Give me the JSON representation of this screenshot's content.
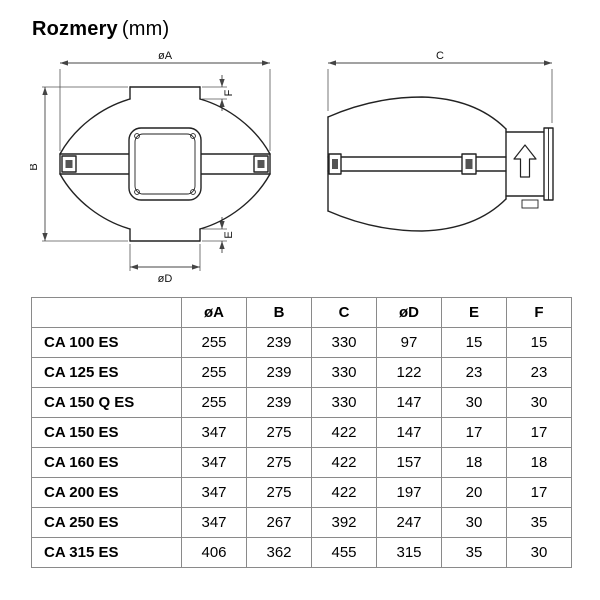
{
  "title": {
    "bold": "Rozmery",
    "unit": "(mm)"
  },
  "drawings": {
    "front": {
      "dim_a": "øA",
      "dim_b": "B",
      "dim_d": "øD",
      "dim_e": "E",
      "dim_f": "F"
    },
    "side": {
      "dim_c": "C"
    }
  },
  "table": {
    "headers": [
      "",
      "øA",
      "B",
      "C",
      "øD",
      "E",
      "F"
    ],
    "rows": [
      {
        "model": "CA 100 ES",
        "values": [
          "255",
          "239",
          "330",
          "97",
          "15",
          "15"
        ]
      },
      {
        "model": "CA 125 ES",
        "values": [
          "255",
          "239",
          "330",
          "122",
          "23",
          "23"
        ]
      },
      {
        "model": "CA 150 Q ES",
        "values": [
          "255",
          "239",
          "330",
          "147",
          "30",
          "30"
        ]
      },
      {
        "model": "CA 150 ES",
        "values": [
          "347",
          "275",
          "422",
          "147",
          "17",
          "17"
        ]
      },
      {
        "model": "CA 160 ES",
        "values": [
          "347",
          "275",
          "422",
          "157",
          "18",
          "18"
        ]
      },
      {
        "model": "CA 200 ES",
        "values": [
          "347",
          "275",
          "422",
          "197",
          "20",
          "17"
        ]
      },
      {
        "model": "CA 250 ES",
        "values": [
          "347",
          "267",
          "392",
          "247",
          "30",
          "35"
        ]
      },
      {
        "model": "CA 315 ES",
        "values": [
          "406",
          "362",
          "455",
          "315",
          "35",
          "30"
        ]
      }
    ]
  }
}
